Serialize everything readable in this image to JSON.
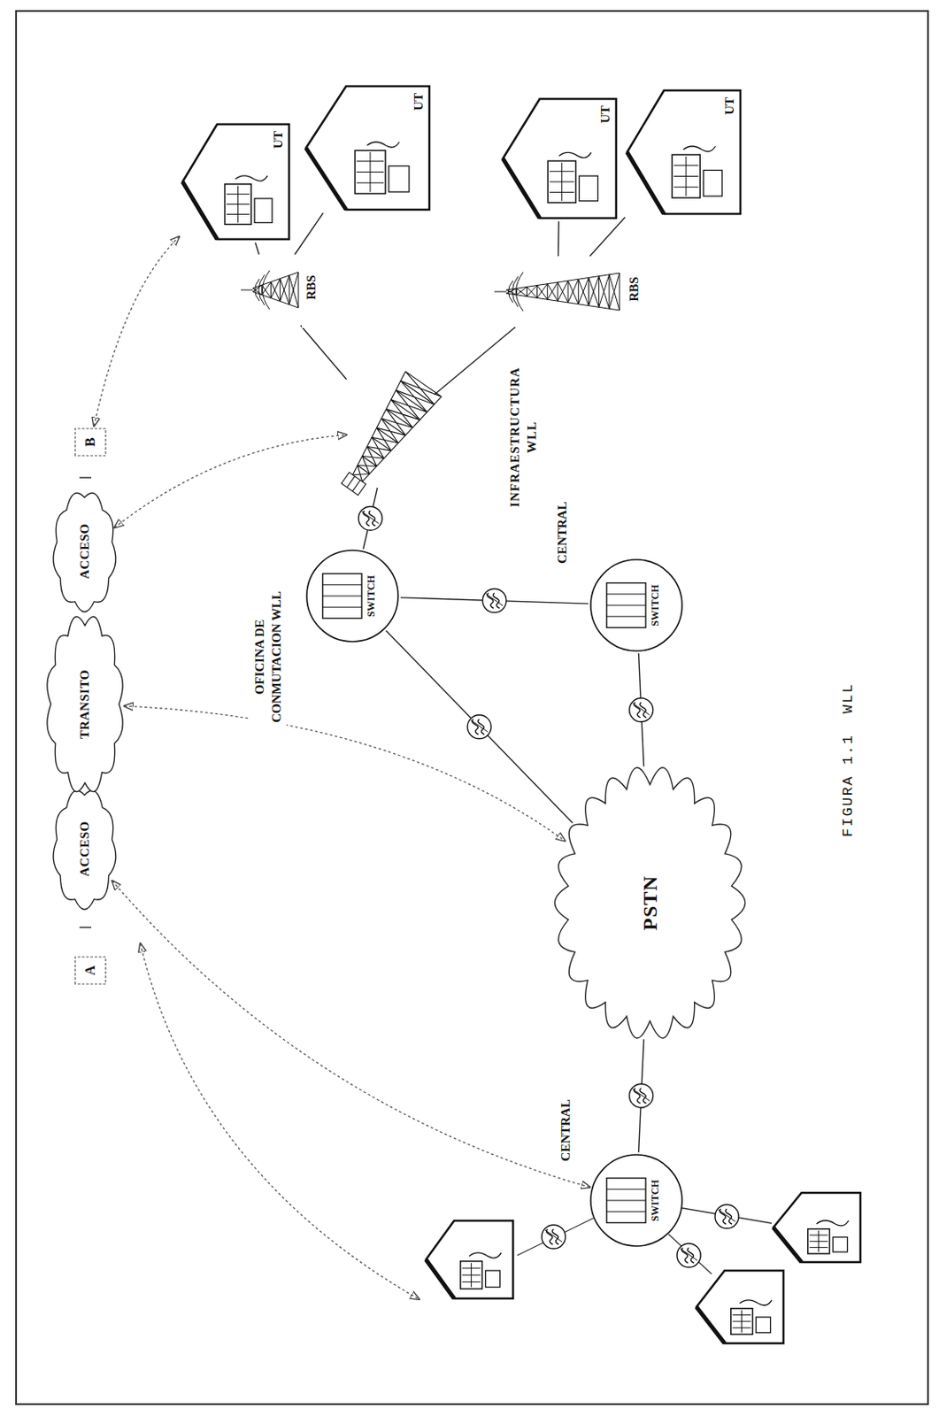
{
  "diagram": {
    "nodes": [
      {
        "text": [
          "A"
        ]
      },
      {
        "text": [
          "ACCESO"
        ]
      },
      {
        "text": [
          "TRANSITO"
        ]
      },
      {
        "text": [
          "ACCESO"
        ]
      },
      {
        "text": [
          "B"
        ]
      },
      {
        "text": [
          "PSTN"
        ]
      },
      {
        "text": [
          "SWITCH",
          "CENTRAL"
        ]
      },
      {
        "text": [
          "SWITCH",
          "OFICINA DE CONMUTACION WLL"
        ]
      },
      {
        "text": [
          "SWITCH",
          "CENTRAL"
        ]
      },
      {
        "text": [
          "INFRAESTRUCTURA WLL"
        ]
      },
      {
        "text": [
          "RBS"
        ]
      },
      {
        "text": [
          "UT"
        ]
      },
      {
        "text": [
          "UT"
        ]
      },
      {
        "text": [
          "RBS"
        ]
      },
      {
        "text": [
          "UT"
        ]
      },
      {
        "text": [
          "UT"
        ]
      }
    ],
    "edges": [
      {
        "from": 6,
        "to": 5,
        "arrow": "none"
      },
      {
        "from": 5,
        "to": 8,
        "arrow": "none"
      },
      {
        "from": 5,
        "to": 7,
        "arrow": "none"
      },
      {
        "from": 7,
        "to": 8,
        "arrow": "none"
      },
      {
        "from": 7,
        "to": 9,
        "arrow": "none"
      },
      {
        "from": 9,
        "to": 10,
        "arrow": "none"
      },
      {
        "from": 9,
        "to": 13,
        "arrow": "none"
      },
      {
        "from": 10,
        "to": 11,
        "arrow": "none"
      },
      {
        "from": 10,
        "to": 12,
        "arrow": "none"
      },
      {
        "from": 13,
        "to": 14,
        "arrow": "none"
      },
      {
        "from": 13,
        "to": 15,
        "arrow": "none"
      },
      {
        "from": 1,
        "to": 6,
        "arrow": "both"
      },
      {
        "from": 2,
        "to": 5,
        "arrow": "both"
      },
      {
        "from": 3,
        "to": 9,
        "arrow": "both"
      },
      {
        "from": 4,
        "to": 11,
        "arrow": "both"
      }
    ],
    "labels": [
      "FIGURA 1.1",
      "WLL"
    ]
  }
}
